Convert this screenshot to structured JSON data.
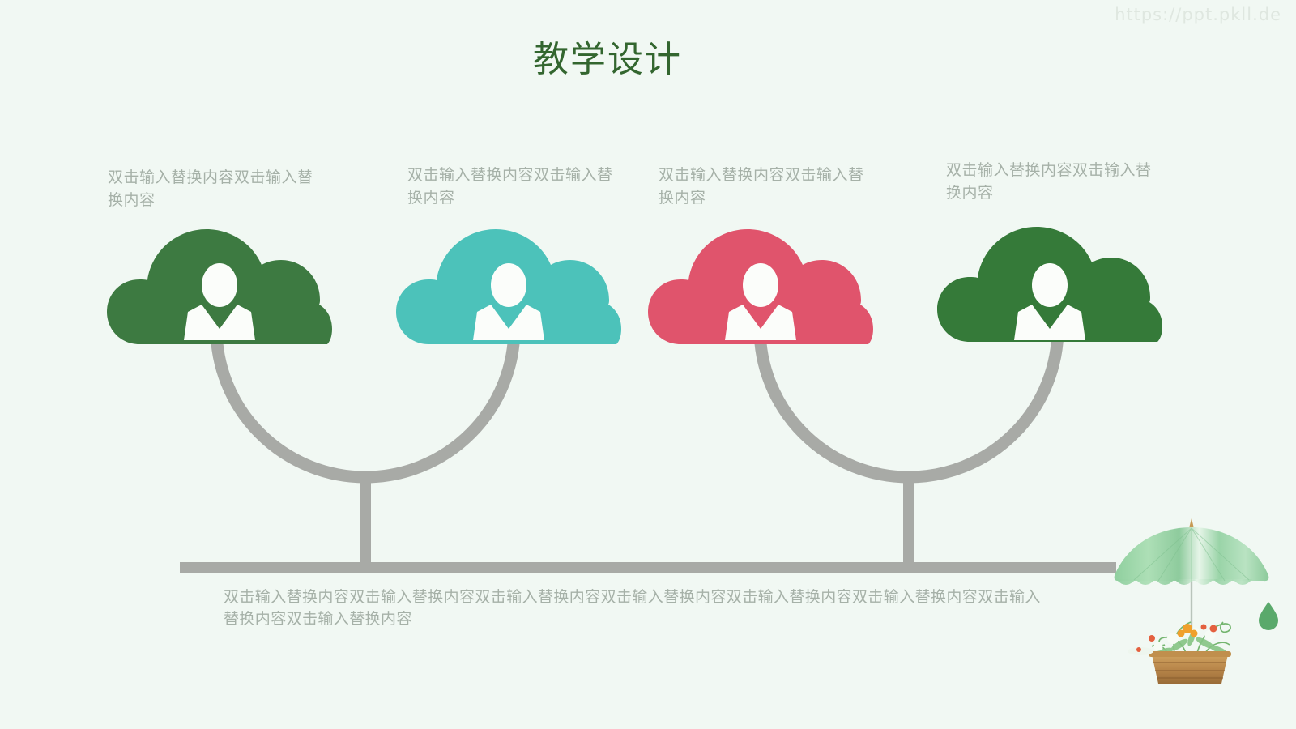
{
  "slide": {
    "title": "教学设计",
    "background_color": "#f1f8f3",
    "watermark": "https://ppt.pkll.de"
  },
  "theme": {
    "title_color": "#33662f",
    "body_text_color": "#a6b1a8",
    "connector_color": "#a8aaa6",
    "watermark_color": "#dfe7e0"
  },
  "nodes": [
    {
      "caption": "双击输入替换内容双击输入替换内容",
      "icon": "cloud-person-icon",
      "color": "#3d7a41"
    },
    {
      "caption": "双击输入替换内容双击输入替换内容",
      "icon": "cloud-person-icon",
      "color": "#4cc2ba"
    },
    {
      "caption": "双击输入替换内容双击输入替换内容",
      "icon": "cloud-person-icon",
      "color": "#e0546c"
    },
    {
      "caption": "双击输入替换内容双击输入替换内容",
      "icon": "cloud-person-icon",
      "color": "#357a39"
    }
  ],
  "summary": {
    "text": "双击输入替换内容双击输入替换内容双击输入替换内容双击输入替换内容双击输入替换内容双击输入替换内容双击输入替换内容双击输入替换内容"
  },
  "decoration": {
    "name": "umbrella-flower-basket",
    "umbrella_color": "#8fce9c",
    "droplet_color": "#5aa96b"
  }
}
